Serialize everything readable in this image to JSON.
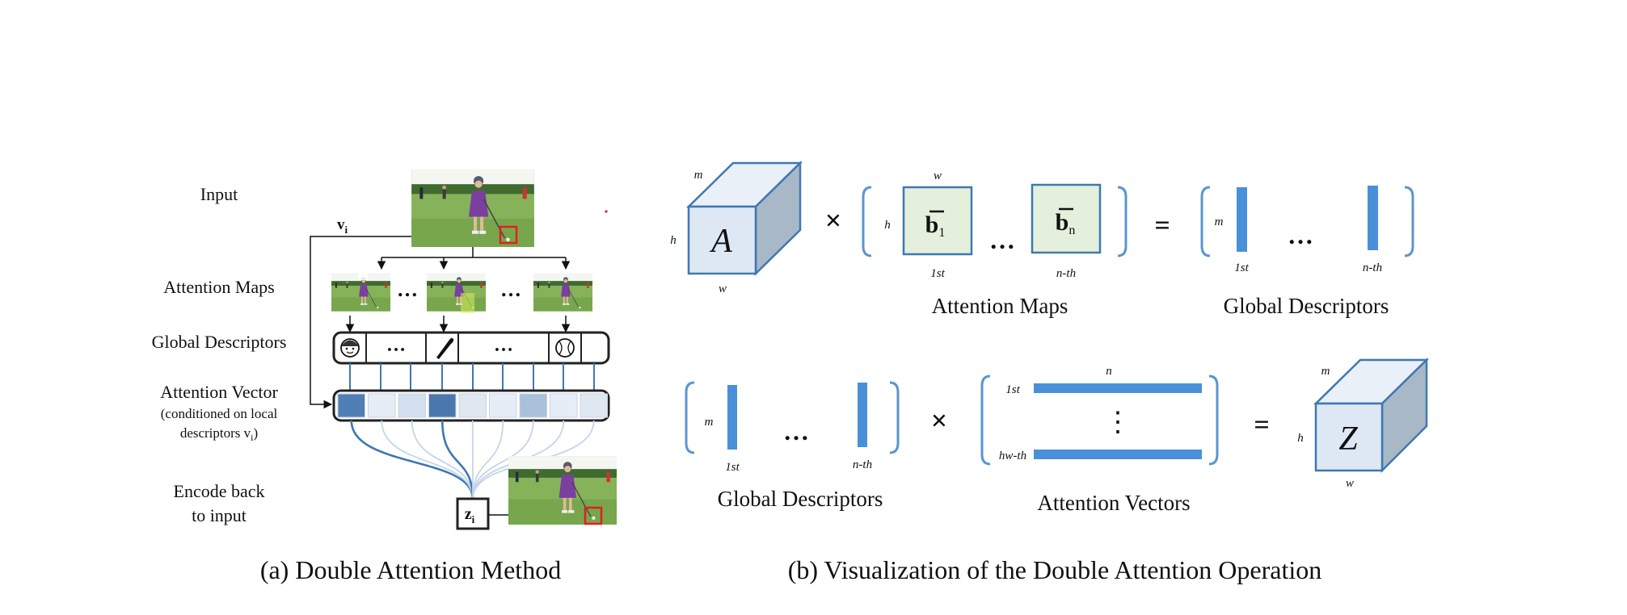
{
  "left_panel": {
    "row_labels": {
      "input": "Input",
      "attention_maps": "Attention Maps",
      "global_descriptors": "Global Descriptors",
      "attention_vector_line1": "Attention Vector",
      "attention_vector_line2": "(conditioned on local",
      "attention_vector_line3": "descriptors v",
      "attention_vector_line3_sub": "i",
      "attention_vector_line3_close": ")",
      "encode_line1": "Encode back",
      "encode_line2": "to input"
    },
    "vi_label": "v",
    "vi_sub": "i",
    "zi_label": "z",
    "zi_sub": "i",
    "ellipsis": "…",
    "caption": "(a) Double Attention Method",
    "descriptor_icons": [
      "face-icon",
      "bat-icon",
      "baseball-icon"
    ],
    "attention_vector_shades": [
      "#4f7fb5",
      "#e6edf6",
      "#d2dfee",
      "#4a78ad",
      "#dfe7f1",
      "#e6edf6",
      "#a8c0da",
      "#e6edf6",
      "#dfe7f1"
    ]
  },
  "right_panel": {
    "top": {
      "cube_letter": "A",
      "cube_m": "m",
      "cube_h": "h",
      "cube_w": "w",
      "times": "×",
      "map_w": "w",
      "map_h": "h",
      "b1": "b",
      "b1_sub": "1",
      "bn": "b",
      "bn_sub": "n",
      "dots": "…",
      "first": "1st",
      "nth": "n-th",
      "equals": "=",
      "desc_m": "m",
      "desc_first": "1st",
      "desc_nth": "n-th",
      "label_attention_maps": "Attention Maps",
      "label_global_descriptors": "Global Descriptors"
    },
    "bottom": {
      "desc_m": "m",
      "desc_first": "1st",
      "desc_nth": "n-th",
      "dots": "…",
      "times": "×",
      "vec_n": "n",
      "vec_first": "1st",
      "vec_last": "hw-th",
      "vdots": "⋮",
      "equals": "=",
      "cube_letter": "Z",
      "cube_m": "m",
      "cube_h": "h",
      "cube_w": "w",
      "label_global_descriptors": "Global Descriptors",
      "label_attention_vectors": "Attention Vectors"
    },
    "caption": "(b) Visualization of the Double Attention Operation"
  },
  "colors": {
    "cube_front": "#dde8f4",
    "cube_top": "#e9f0f8",
    "cube_side": "#a9b8c6",
    "cube_edge": "#3f78b1",
    "map_fill": "#e4f0dc",
    "map_edge": "#3f78b1",
    "bar": "#4a90d9",
    "bracket": "#5b95cf",
    "grass": "#6f9a47",
    "girl_dress": "#7b3fa0",
    "red_box": "#e02020"
  }
}
